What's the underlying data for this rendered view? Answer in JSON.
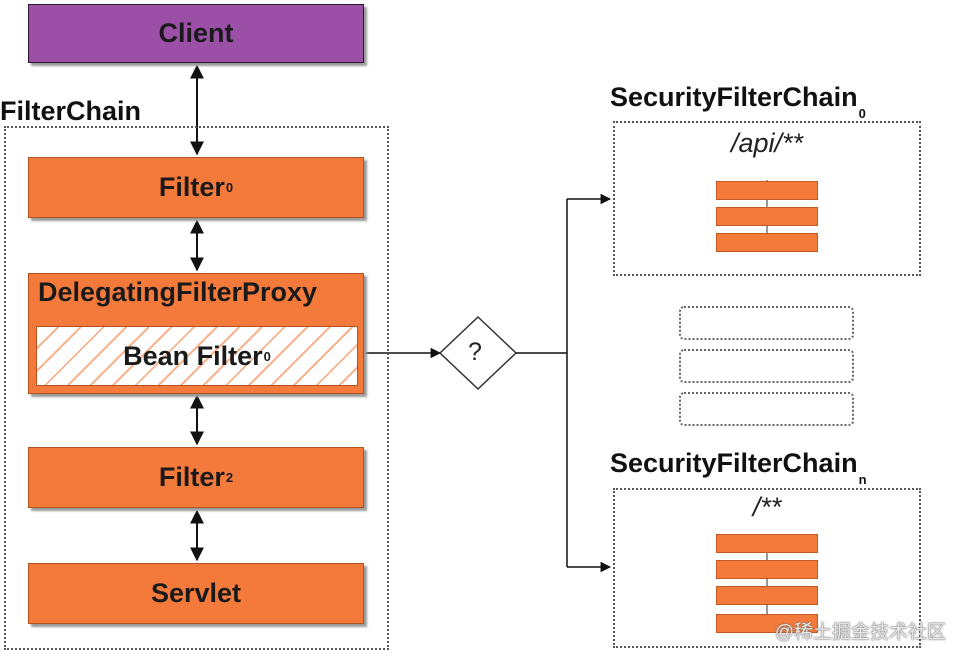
{
  "client": {
    "label": "Client"
  },
  "filter_chain": {
    "label": "FilterChain",
    "filter0": {
      "label": "Filter",
      "sub": "0"
    },
    "delegating_proxy": {
      "label": "DelegatingFilterProxy",
      "bean_filter": {
        "label": "Bean Filter",
        "sub": "0"
      }
    },
    "filter2": {
      "label": "Filter",
      "sub": "2"
    },
    "servlet": {
      "label": "Servlet"
    }
  },
  "decision": {
    "label": "?"
  },
  "security_chains": [
    {
      "title": "SecurityFilterChain",
      "sub": "0",
      "pattern": "/api/**"
    },
    {
      "title": "SecurityFilterChain",
      "sub": "n",
      "pattern": "/**"
    }
  ],
  "watermark": "@稀土掘金技术社区",
  "colors": {
    "client": "#9b4fa6",
    "filter": "#f47a3c",
    "hatch": "#f5b48f"
  }
}
